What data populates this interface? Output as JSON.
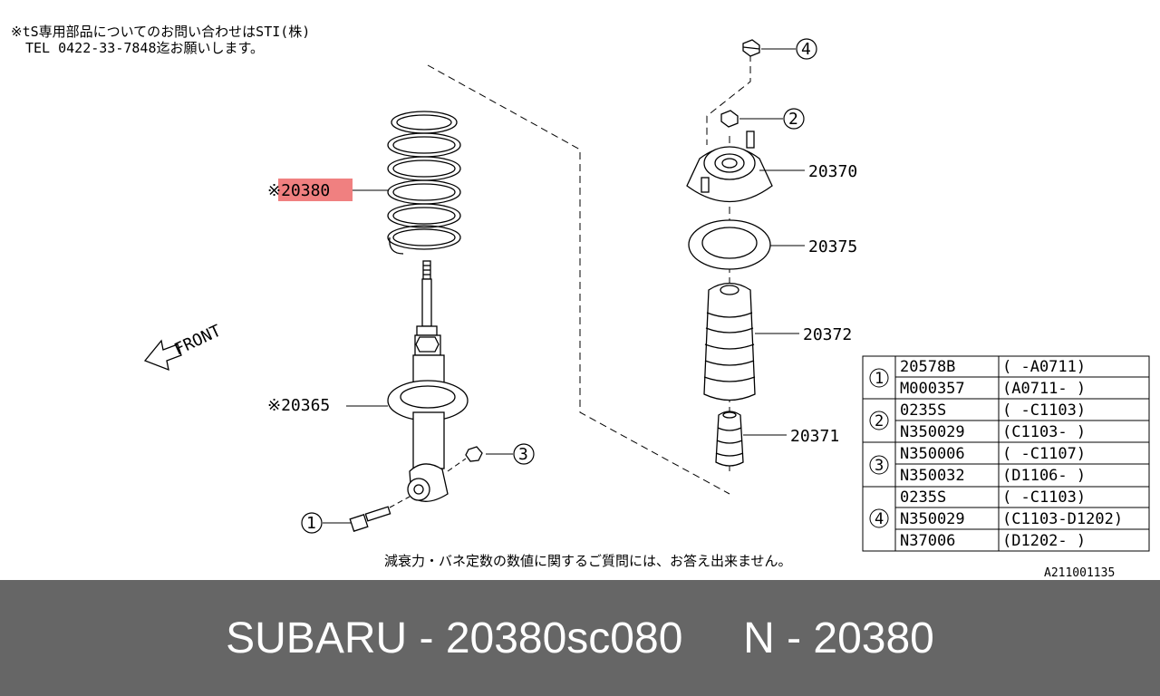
{
  "diagram": {
    "note_line1": "※tS専用部品についてのお問い合わせはSTI(株)",
    "note_line2": "TEL 0422-33-7848迄お願いします。",
    "front_label": "FRONT",
    "callouts": {
      "spring": "※20380",
      "strut": "※20365",
      "mount": "20370",
      "seat": "20375",
      "boot": "20372",
      "bumper": "20371"
    },
    "bubbles": [
      "1",
      "2",
      "3",
      "4"
    ],
    "disclaimer": "減衰力・バネ定数の数値に関するご質問には、お答え出来ません。",
    "ref_code": "A211001135",
    "highlight_color": "#f08080",
    "table": [
      {
        "group": "1",
        "rows": [
          [
            "20578B",
            "( -A0711)"
          ],
          [
            "M000357",
            "(A0711- )"
          ]
        ]
      },
      {
        "group": "2",
        "rows": [
          [
            "0235S",
            "( -C1103)"
          ],
          [
            "N350029",
            "(C1103- )"
          ]
        ]
      },
      {
        "group": "3",
        "rows": [
          [
            "N350006",
            "( -C1107)"
          ],
          [
            "N350032",
            "(D1106- )"
          ]
        ]
      },
      {
        "group": "4",
        "rows": [
          [
            "0235S",
            "( -C1103)"
          ],
          [
            "N350029",
            "(C1103-D1202)"
          ],
          [
            "N37006",
            "(D1202- )"
          ]
        ]
      }
    ]
  },
  "footer": {
    "text": "SUBARU - 20380sc080     N - 20380"
  }
}
